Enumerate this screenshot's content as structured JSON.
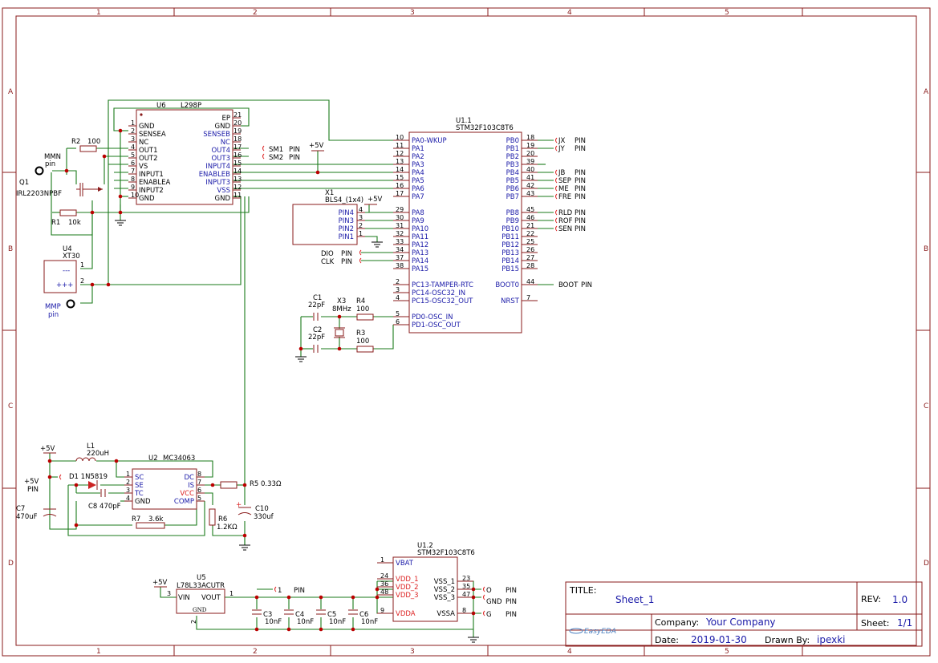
{
  "border": {
    "cols": [
      "1",
      "2",
      "3",
      "4",
      "5"
    ],
    "rows": [
      "A",
      "B",
      "C",
      "D"
    ]
  },
  "u6": {
    "ref": "U6",
    "part": "L298P",
    "left": [
      "GND",
      "SENSEA",
      "NC",
      "OUT1",
      "OUT2",
      "VS",
      "INPUT1",
      "ENABLEA",
      "INPUT2",
      "GND"
    ],
    "leftn": [
      "1",
      "2",
      "3",
      "4",
      "5",
      "6",
      "7",
      "8",
      "9",
      "10"
    ],
    "right": [
      "EP",
      "GND",
      "SENSEB",
      "NC",
      "OUT4",
      "OUT3",
      "INPUT4",
      "ENABLEB",
      "INPUT3",
      "VSS",
      "GND"
    ],
    "rightn": [
      "21",
      "20",
      "19",
      "18",
      "17",
      "16",
      "15",
      "14",
      "13",
      "12",
      "11"
    ]
  },
  "u11": {
    "ref": "U1.1",
    "part": "STM32F103C8T6",
    "left": [
      "PA0-WKUP",
      "PA1",
      "PA2",
      "PA3",
      "PA4",
      "PA5",
      "PA6",
      "PA7",
      "PA8",
      "PA9",
      "PA10",
      "PA11",
      "PA12",
      "PA13",
      "PA14",
      "PA15",
      "PC13-TAMPER-RTC",
      "PC14-OSC32_IN",
      "PC15-OSC32_OUT",
      "PD0-OSC_IN",
      "PD1-OSC_OUT"
    ],
    "leftn": [
      "10",
      "11",
      "12",
      "13",
      "14",
      "15",
      "16",
      "17",
      "29",
      "30",
      "31",
      "32",
      "33",
      "34",
      "37",
      "38",
      "2",
      "3",
      "4",
      "5",
      "6"
    ],
    "right": [
      "PB0",
      "PB1",
      "PB2",
      "PB3",
      "PB4",
      "PB5",
      "PB6",
      "PB7",
      "PB8",
      "PB9",
      "PB10",
      "PB11",
      "PB12",
      "PB13",
      "PB14",
      "PB15",
      "BOOT0",
      "NRST"
    ],
    "rightn": [
      "18",
      "19",
      "20",
      "39",
      "40",
      "41",
      "42",
      "43",
      "45",
      "46",
      "21",
      "22",
      "25",
      "26",
      "27",
      "28",
      "44",
      "7"
    ]
  },
  "u12": {
    "ref": "U1.2",
    "part": "STM32F103C8T6",
    "left": [
      "VBAT",
      "VDD_1",
      "VDD_2",
      "VDD_3",
      "VDDA"
    ],
    "leftn": [
      "1",
      "24",
      "36",
      "48",
      "9"
    ],
    "right": [
      "VSS_1",
      "VSS_2",
      "VSS_3",
      "VSSA"
    ],
    "rightn": [
      "23",
      "35",
      "47",
      "8"
    ]
  },
  "u2": {
    "ref": "U2",
    "part": "MC34063",
    "left": [
      "SC",
      "SE",
      "TC",
      "GND"
    ],
    "leftn": [
      "1",
      "2",
      "3",
      "4"
    ],
    "right": [
      "DC",
      "IS",
      "VCC",
      "COMP"
    ],
    "rightn": [
      "8",
      "7",
      "6",
      "5"
    ]
  },
  "u5": {
    "ref": "U5",
    "part": "L78L33ACUTR",
    "vin": "VIN",
    "vout": "VOUT",
    "gnd": "GND",
    "p3": "3",
    "p1": "1",
    "p2": "2"
  },
  "x1": {
    "ref": "X1",
    "part": "BLS4_(1x4)",
    "pins": [
      "PIN4",
      "PIN3",
      "PIN2",
      "PIN1"
    ],
    "nums": [
      "4",
      "3",
      "2",
      "1"
    ]
  },
  "labels": {
    "r2": "R2",
    "r2v": "100",
    "r1": "R1",
    "r1v": "10k",
    "q1": "Q1",
    "q1p": "IRL2203NPBF",
    "mmn": "MMN",
    "mmnpin": "pin",
    "u4": "U4",
    "u4p": "XT30",
    "u4m": "---",
    "u4pl": "+++",
    "mmp": "MMP",
    "mmppin": "pin",
    "p5v": "+5V",
    "sm1": "SM1",
    "sm2": "SM2",
    "pin": "PIN",
    "c1": "C1",
    "c1v": "22pF",
    "c2": "C2",
    "c2v": "22pF",
    "x3": "X3",
    "x3v": "8MHz",
    "r4": "R4",
    "r4v": "100",
    "r3": "R3",
    "r3v": "100",
    "dio": "DIO",
    "clk": "CLK",
    "jx": "JX",
    "jy": "JY",
    "jb": "JB",
    "sep": "SEP",
    "me": "ME",
    "fre": "FRE",
    "rld": "RLD",
    "rof": "ROF",
    "sen": "SEN",
    "boot": "BOOT",
    "l1": "L1",
    "l1v": "220uH",
    "d1": "D1 1N5819",
    "c8": "C8 470pF",
    "r7": "R7",
    "r7v": "3.6k",
    "r6": "R6",
    "r6v": "1.2KΩ",
    "r5": "R5 0.33Ω",
    "c10": "C10",
    "c10v": "330uf",
    "c7": "C7",
    "c7v": "470uF",
    "c3": "C3",
    "c3v": "10nF",
    "c4": "C4",
    "c4v": "10nF",
    "c5": "C5",
    "c5v": "10nF",
    "c6": "C6",
    "c6v": "10nF",
    "o": "O",
    "gnd": "GND",
    "g": "G",
    "n1": "1"
  },
  "title_block": {
    "title_label": "TITLE:",
    "title": "Sheet_1",
    "rev_label": "REV:",
    "rev": "1.0",
    "company_label": "Company:",
    "company": "Your Company",
    "sheet_label": "Sheet:",
    "sheet": "1/1",
    "date_label": "Date:",
    "date": "2019-01-30",
    "drawn_label": "Drawn By:",
    "drawn": "ipexki",
    "logo": "EasyEDA"
  }
}
